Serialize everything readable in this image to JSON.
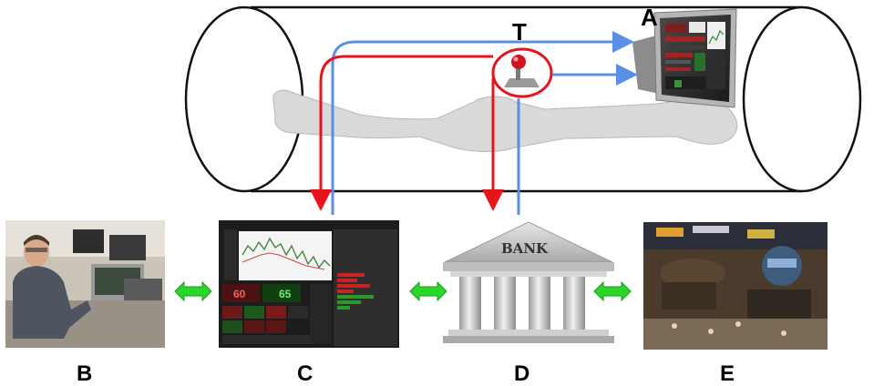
{
  "scanner": {
    "label_T": "T",
    "label_A": "A"
  },
  "panels": {
    "B": {
      "label": "B",
      "icon": "person-at-trading-desk-photo"
    },
    "C": {
      "label": "C",
      "icon": "trading-platform-screen",
      "screen_numbers": [
        "60",
        "65"
      ]
    },
    "D": {
      "label": "D",
      "icon": "bank-building",
      "bank_text": "BANK"
    },
    "E": {
      "label": "E",
      "icon": "stock-exchange-floor-photo"
    }
  },
  "colors": {
    "red_arrow": "#e8141b",
    "blue_arrow": "#5b8fe6",
    "green_arrow": "#2bd62b",
    "body_silhouette": "#d9d9d9",
    "bank_stone": "#c9c9c9"
  }
}
